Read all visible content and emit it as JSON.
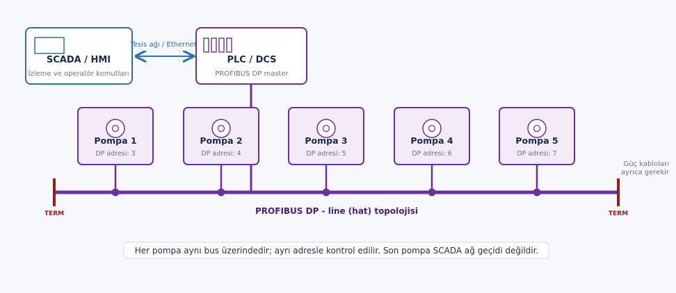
{
  "scada": {
    "title": "SCADA / HMI",
    "subtitle": "İzleme ve operatör komutları"
  },
  "link": {
    "label": "Tesis ağı / Ethernet"
  },
  "plc": {
    "title": "PLC / DCS",
    "subtitle": "PROFIBUS DP master"
  },
  "pumps": [
    {
      "name": "Pompa 1",
      "address": "DP adresi: 3"
    },
    {
      "name": "Pompa 2",
      "address": "DP adresi: 4"
    },
    {
      "name": "Pompa 3",
      "address": "DP adresi: 5"
    },
    {
      "name": "Pompa 4",
      "address": "DP adresi: 6"
    },
    {
      "name": "Pompa 5",
      "address": "DP adresi: 7"
    }
  ],
  "bus": {
    "title": "PROFIBUS DP - line (hat) topolojisi",
    "term_left": "TERM",
    "term_right": "TERM",
    "power_note_line1": "Güç kabloları",
    "power_note_line2": "ayrıca gerekir"
  },
  "footer": {
    "note": "Her pompa aynı bus üzerindedir; ayrı adresle kontrol edilir. Son pompa SCADA ağ geçidi değildir."
  },
  "colors": {
    "purple": "#6b2fa0",
    "blue": "#2d6fb3",
    "term_red": "#9b1c1c",
    "pump_fill": "#f4ebf8",
    "text_dark": "#1d2a44",
    "text_gray": "#6b7480"
  }
}
